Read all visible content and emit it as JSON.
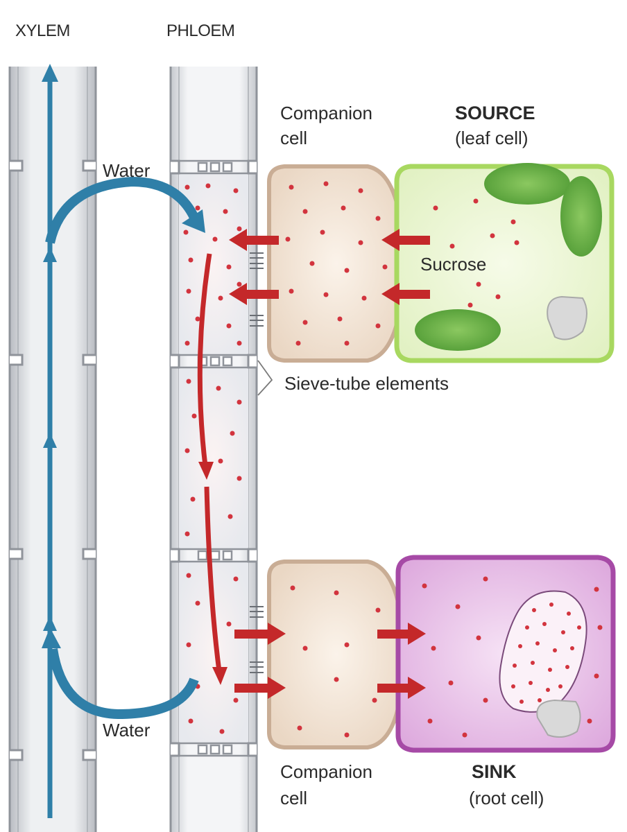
{
  "labels": {
    "xylem": "XYLEM",
    "phloem": "PHLOEM",
    "companion_top_line1": "Companion",
    "companion_top_line2": "cell",
    "source_line1": "SOURCE",
    "source_line2": "(leaf cell)",
    "water_top": "Water",
    "sucrose": "Sucrose",
    "sieve_tube": "Sieve-tube elements",
    "water_bottom": "Water",
    "companion_bottom_line1": "Companion",
    "companion_bottom_line2": "cell",
    "sink_line1": "SINK",
    "sink_line2": "(root cell)"
  },
  "colors": {
    "xylem_wall": "#c9cbd0",
    "xylem_arrow": "#2f7fa8",
    "phloem_fill": "#eceff3",
    "sucrose_dot": "#d2343e",
    "sucrose_arrow": "#c4282a",
    "companion_fill": "#f1e2d3",
    "companion_border": "#c9ad95",
    "source_fill": "#e9f5cf",
    "source_border": "#a8d860",
    "chloroplast": "#6fb34a",
    "sink_fill": "#e7b9e6",
    "sink_border": "#a64aa6",
    "vacuole": "#d8d8d8"
  }
}
